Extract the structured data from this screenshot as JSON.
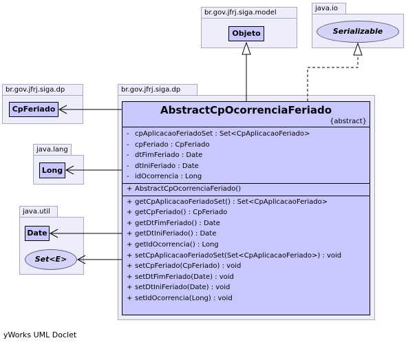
{
  "packages": {
    "model": "br.gov.jfrj.siga.model",
    "io": "java.io",
    "dp_left": "br.gov.jfrj.siga.dp",
    "dp_main": "br.gov.jfrj.siga.dp",
    "lang": "java.lang",
    "util": "java.util"
  },
  "classes": {
    "objeto": "Objeto",
    "serializable": "Serializable",
    "cp_feriado": "CpFeriado",
    "long": "Long",
    "date": "Date",
    "set": "Set<E>"
  },
  "main_class": {
    "name": "AbstractCpOcorrenciaFeriado",
    "stereotype": "{abstract}",
    "fields": [
      {
        "vis": "-",
        "text": "cpAplicacaoFeriadoSet : Set<CpAplicacaoFeriado>"
      },
      {
        "vis": "-",
        "text": "cpFeriado : CpFeriado"
      },
      {
        "vis": "-",
        "text": "dtFimFeriado : Date"
      },
      {
        "vis": "-",
        "text": "dtIniFeriado : Date"
      },
      {
        "vis": "-",
        "text": "idOcorrencia : Long"
      }
    ],
    "constructors": [
      {
        "vis": "+",
        "text": "AbstractCpOcorrenciaFeriado()"
      }
    ],
    "methods": [
      {
        "vis": "+",
        "text": "getCpAplicacaoFeriadoSet() : Set<CpAplicacaoFeriado>"
      },
      {
        "vis": "+",
        "text": "getCpFeriado() : CpFeriado"
      },
      {
        "vis": "+",
        "text": "getDtFimFeriado() : Date"
      },
      {
        "vis": "+",
        "text": "getDtIniFeriado() : Date"
      },
      {
        "vis": "+",
        "text": "getIdOcorrencia() : Long"
      },
      {
        "vis": "+",
        "text": "setCpAplicacaoFeriadoSet(Set<CpAplicacaoFeriado>) : void"
      },
      {
        "vis": "+",
        "text": "setCpFeriado(CpFeriado) : void"
      },
      {
        "vis": "+",
        "text": "setDtFimFeriado(Date) : void"
      },
      {
        "vis": "+",
        "text": "setDtIniFeriado(Date) : void"
      },
      {
        "vis": "+",
        "text": "setIdOcorrencia(Long) : void"
      }
    ]
  },
  "footer": "yWorks UML Doclet"
}
